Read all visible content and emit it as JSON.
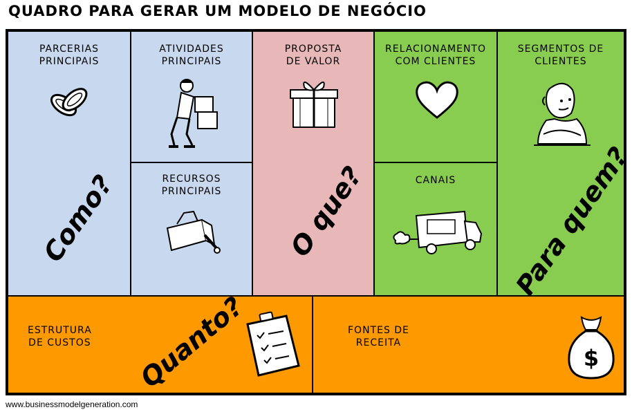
{
  "title": "QUADRO PARA GERAR UM MODELO DE NEGÓCIO",
  "blocks": {
    "parcerias": "PARCERIAS\nPRINCIPAIS",
    "atividades": "ATIVIDADES\nPRINCIPAIS",
    "recursos": "RECURSOS\nPRINCIPAIS",
    "proposta": "PROPOSTA\nDE VALOR",
    "relacionamento": "RELACIONAMENTO\nCOM CLIENTES",
    "canais": "CANAIS",
    "segmentos": "SEGMENTOS DE\nCLIENTES",
    "custos": "ESTRUTURA\nDE CUSTOS",
    "receita": "FONTES DE\nRECEITA"
  },
  "questions": {
    "como": "Como?",
    "oque": "O que?",
    "paraquem": "Para quem?",
    "quanto": "Quanto?"
  },
  "icons": {
    "parcerias": "rings-icon",
    "atividades": "worker-boxes-icon",
    "recursos": "toolbox-icon",
    "proposta": "gift-icon",
    "relacionamento": "heart-icon",
    "canais": "truck-icon",
    "segmentos": "person-icon",
    "custos": "clipboard-icon",
    "receita": "money-bag-icon"
  },
  "colors": {
    "blue": "#c8d8ee",
    "pink": "#e8b8b8",
    "green": "#88cc50",
    "orange": "#ff9900"
  },
  "footer": "www.businessmodelgeneration.com"
}
